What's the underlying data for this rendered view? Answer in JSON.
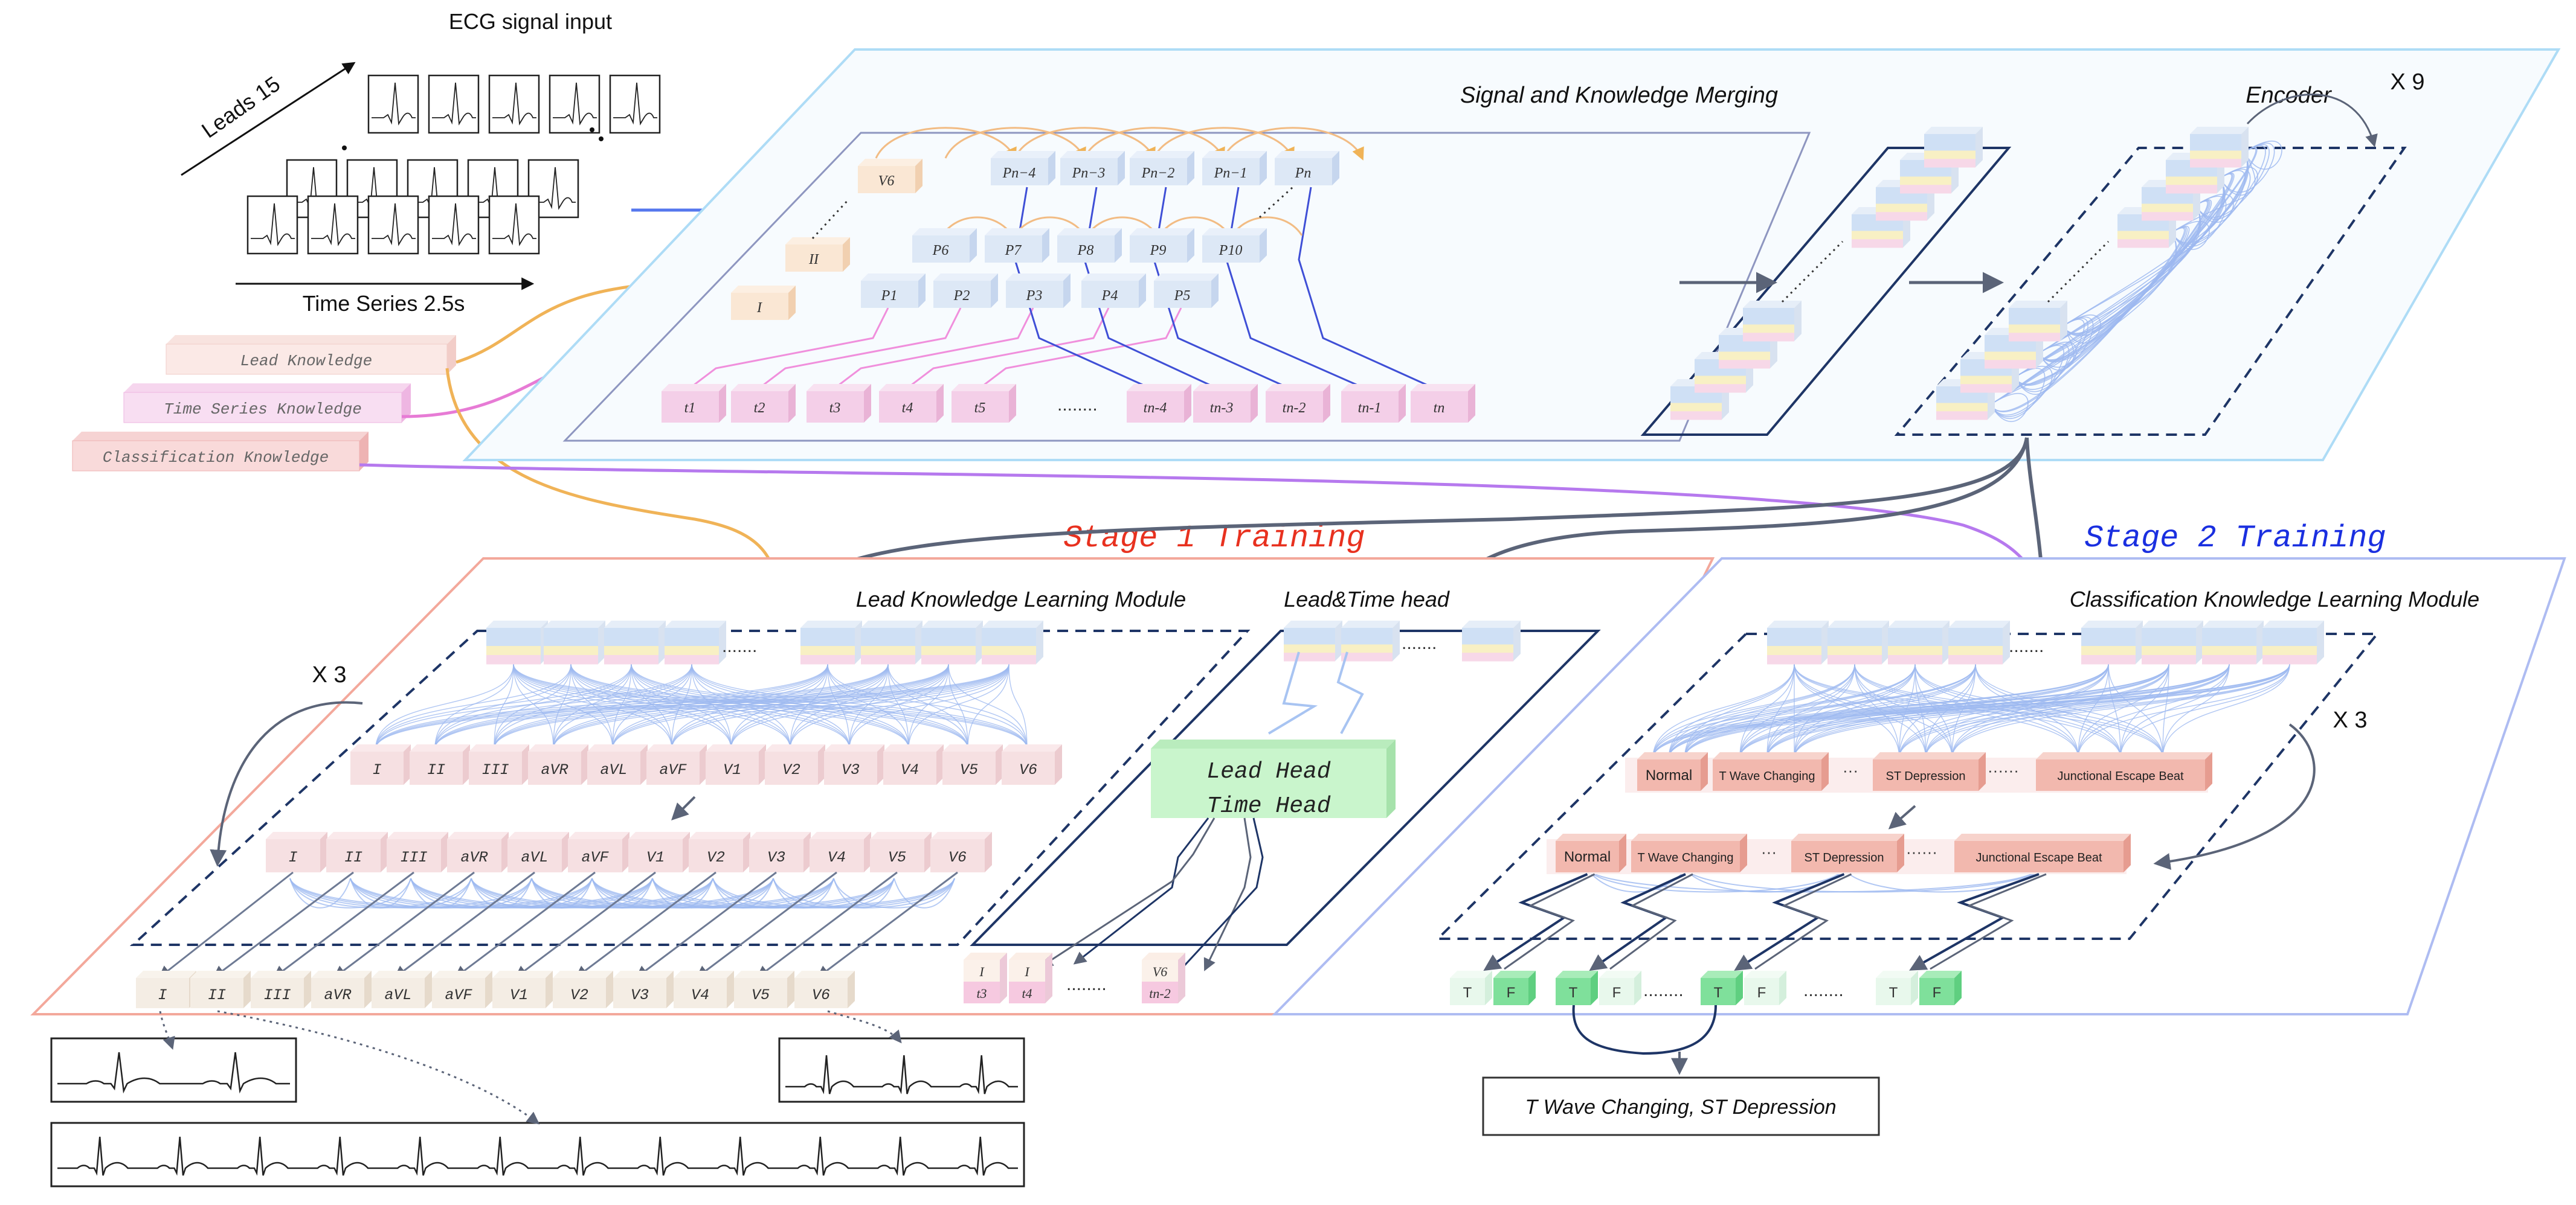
{
  "ecg_input": {
    "title": "ECG signal input",
    "leads_label": "Leads 15",
    "time_label": "Time Series  2.5s"
  },
  "knowledge": {
    "lead": "Lead  Knowledge",
    "time": "Time Series  Knowledge",
    "classification": "Classification  Knowledge"
  },
  "merging": {
    "title": "Signal and Knowledge Merging",
    "lead_tokens": [
      "I",
      "II",
      "V6"
    ],
    "patch_row1": [
      "P1",
      "P2",
      "P3",
      "P4",
      "P5"
    ],
    "patch_row2": [
      "P6",
      "P7",
      "P8",
      "P9",
      "P10"
    ],
    "patch_row3": [
      "Pn−4",
      "Pn−3",
      "Pn−2",
      "Pn−1",
      "Pn"
    ],
    "time_tokens": [
      "t1",
      "t2",
      "t3",
      "t4",
      "t5",
      "tn-4",
      "tn-3",
      "tn-2",
      "tn-1",
      "tn"
    ],
    "ellipsis": "........"
  },
  "encoder": {
    "title": "Encoder",
    "repeat": "X 9"
  },
  "stage1": {
    "title": "Stage 1 Training",
    "module_title": "Lead Knowledge Learning Module",
    "head_title": "Lead&Time head",
    "repeat": "X 3",
    "lead_row1": [
      "I",
      "II",
      "III",
      "aVR",
      "aVL",
      "aVF",
      "V1",
      "V2",
      "V3",
      "V4",
      "V5",
      "V6"
    ],
    "lead_row2": [
      "I",
      "II",
      "III",
      "aVR",
      "aVL",
      "aVF",
      "V1",
      "V2",
      "V3",
      "V4",
      "V5",
      "V6"
    ],
    "lead_output": [
      "I",
      "II",
      "III",
      "aVR",
      "aVL",
      "aVF",
      "V1",
      "V2",
      "V3",
      "V4",
      "V5",
      "V6"
    ],
    "lead_head": "Lead Head",
    "time_head": "Time Head",
    "head_outputs": [
      {
        "lead": "I",
        "time": "t3"
      },
      {
        "lead": "I",
        "time": "t4"
      },
      {
        "lead": "V6",
        "time": "tn-2"
      }
    ],
    "head_ellipsis": "........"
  },
  "stage2": {
    "title": "Stage 2 Training",
    "module_title": "Classification Knowledge Learning Module",
    "repeat": "X 3",
    "class_row1": [
      "Normal",
      "T Wave Changing",
      "ST Depression",
      "Junctional Escape Beat"
    ],
    "class_row2": [
      "Normal",
      "T Wave Changing",
      "ST Depression",
      "Junctional Escape Beat"
    ],
    "tf_true": "T",
    "tf_false": "F",
    "result": "T Wave Changing, ST Depression"
  },
  "colors": {
    "lead_knowledge": "#f3c78d",
    "time_knowledge": "#ee8fd9",
    "class_knowledge": "#c88af0",
    "stage1_red": "#e8311f",
    "stage2_blue": "#1a2fe0",
    "encoder_dark": "#1e3566",
    "attention_blue": "#8eb2f0",
    "token_blue": "#cfe0f5",
    "token_pink": "#f5d6df",
    "head_green": "#c9f5cc"
  }
}
